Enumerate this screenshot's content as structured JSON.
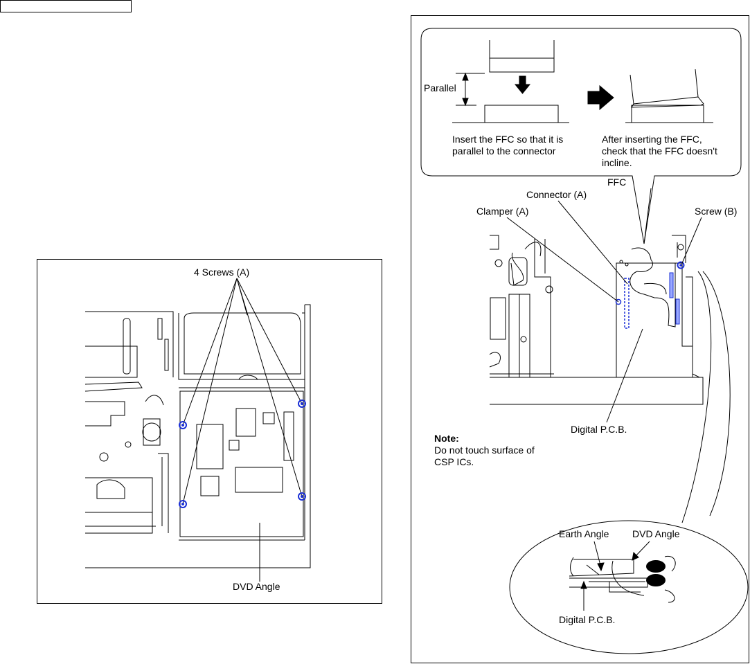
{
  "left_figure": {
    "screws_label": "4 Screws (A)",
    "dvd_angle_label": "DVD Angle"
  },
  "ffc_inset": {
    "parallel_label": "Parallel",
    "insert_text": [
      "Insert the FFC so that it is",
      "parallel to the connector"
    ],
    "check_text": [
      "After inserting the FFC,",
      "check that the FFC doesn't",
      "incline."
    ]
  },
  "right_figure": {
    "ffc_label": "FFC",
    "connector_label": "Connector (A)",
    "clamper_label": "Clamper (A)",
    "screw_b_label": "Screw (B)",
    "digital_pcb_label": "Digital P.C.B.",
    "note_title": "Note:",
    "note_lines": [
      "Do not touch surface of",
      "CSP ICs."
    ]
  },
  "detail_circle": {
    "earth_angle_label": "Earth Angle",
    "dvd_angle_label": "DVD Angle",
    "digital_pcb_label": "Digital P.C.B."
  },
  "colors": {
    "screw_highlight": "#1a2fd6",
    "line": "#000000"
  }
}
